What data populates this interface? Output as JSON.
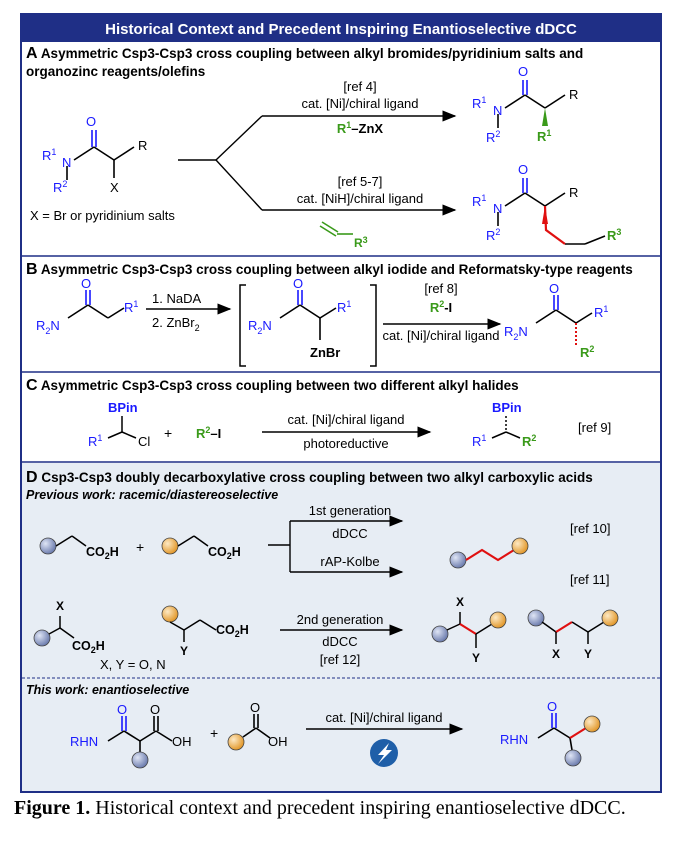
{
  "header": {
    "title": "Historical Context and Precedent Inspiring Enantioselective dDCC"
  },
  "sectionA": {
    "letter": "A",
    "title_line1": "Asymmetric Csp3-Csp3 cross coupling between alkyl bromides/pyridinium salts and",
    "title_line2": "organozinc reagents/olefins",
    "ref_top": "[ref 4]",
    "cond_top": "cat. [Ni]/chiral ligand",
    "reagent_top": "R1-ZnX",
    "ref_bottom": "[ref 5-7]",
    "cond_bottom": "cat. [NiH]/chiral ligand",
    "x_note": "X = Br or pyridinium salts"
  },
  "sectionB": {
    "letter": "B",
    "title": "Asymmetric Csp3-Csp3 cross coupling between alkyl iodide and Reformatsky-type reagents",
    "step1": "1. NaDA",
    "step2": "2. ZnBr2",
    "ref": "[ref 8]",
    "reagent": "R2-I",
    "cond": "cat. [Ni]/chiral ligand"
  },
  "sectionC": {
    "letter": "C",
    "title": "Asymmetric Csp3-Csp3 cross coupling between two different alkyl halides",
    "cond_top": "cat. [Ni]/chiral ligand",
    "cond_bottom": "photoreductive",
    "ref": "[ref 9]"
  },
  "sectionD": {
    "letter": "D",
    "title": "Csp3-Csp3 doubly decarboxylative cross coupling between two alkyl carboxylic acids",
    "previous": "Previous work: racemic/diastereoselective",
    "gen1": "1st generation",
    "dDCC": "dDCC",
    "rap": "rAP-Kolbe",
    "ref10": "[ref 10]",
    "ref11": "[ref 11]",
    "gen2": "2nd generation",
    "ref12": "[ref 12]",
    "xy_note": "X, Y = O, N",
    "this_work": "This work: enantioselective",
    "cond": "cat. [Ni]/chiral ligand"
  },
  "caption": {
    "label": "Figure 1.",
    "text": "Historical context and precedent inspiring enantioselective dDCC."
  },
  "colors": {
    "header_bg": "#1f2f86",
    "panel_bg": "#e7edf4",
    "blue": "#1a1aff",
    "green": "#3a9a1a",
    "red": "#e01010",
    "orange": "#f2b65a",
    "grey_ball": "#8f9cc4"
  }
}
